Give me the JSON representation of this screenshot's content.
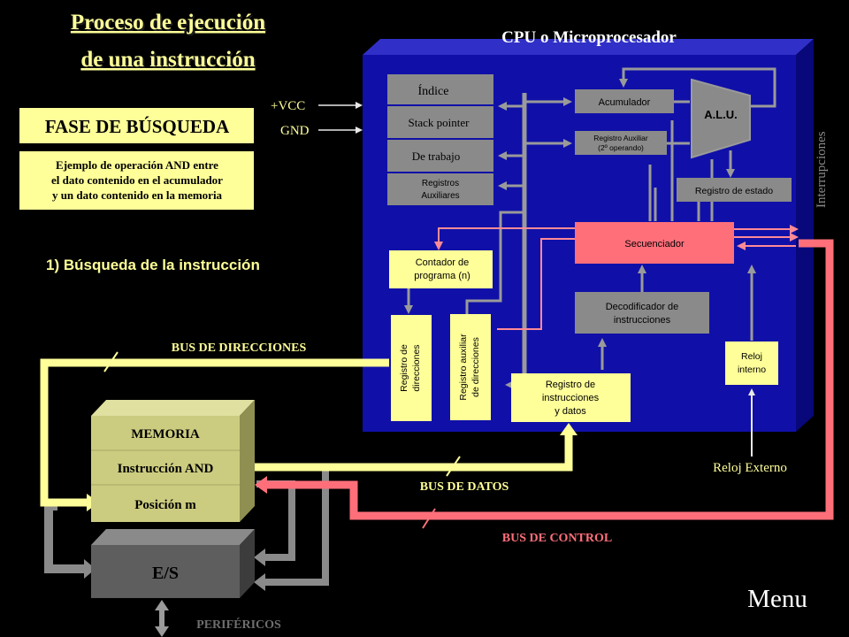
{
  "title": {
    "line1": "Proceso de  ejecución",
    "line2": "de una instrucción"
  },
  "phase": "FASE DE BÚSQUEDA",
  "example": {
    "line1": "Ejemplo de operación AND entre",
    "line2": "el dato  contenido en el acumulador",
    "line3": "y un dato contenido en la memoria"
  },
  "step": "1) Búsqueda de la instrucción",
  "cpu_title": "CPU o Microprocesador",
  "power": {
    "vcc": "+VCC",
    "gnd": "GND"
  },
  "registers": {
    "indice": "Índice",
    "stack_pointer": "Stack pointer",
    "de_trabajo": "De trabajo",
    "auxiliares_1": "Registros",
    "auxiliares_2": "Auxiliares"
  },
  "acumulador": "Acumulador",
  "registro_auxiliar": {
    "line1": "Registro Auxiliar",
    "line2": "(2º operando)"
  },
  "alu": "A.L.U.",
  "registro_estado": "Registro de estado",
  "interrupciones": "Interrupciones",
  "secuenciador": "Secuenciador",
  "contador": {
    "line1": "Contador de",
    "line2": "programa (n)"
  },
  "decodificador": {
    "line1": "Decodificador de",
    "line2": "instrucciones"
  },
  "registro_direcciones": {
    "line1": "Registro de",
    "line2": "direcciones"
  },
  "registro_aux_direcciones": {
    "line1": "Registro auxiliar",
    "line2": "de direcciones"
  },
  "registro_instrucciones": {
    "line1": "Registro de",
    "line2": "instrucciones",
    "line3": "y datos"
  },
  "reloj_interno": {
    "line1": "Reloj",
    "line2": "interno"
  },
  "reloj_externo": "Reloj Externo",
  "buses": {
    "direcciones": "BUS DE DIRECCIONES",
    "datos": "BUS DE DATOS",
    "control": "BUS DE CONTROL"
  },
  "memoria": {
    "title": "MEMORIA",
    "instruccion": "Instrucción AND",
    "posicion": "Posición m"
  },
  "es": "E/S",
  "perifericos": "PERIFÉRICOS",
  "menu": "Menu",
  "colors": {
    "cpu_blue": "#1010a8",
    "bus_yellow": "#ffff99",
    "bus_pink": "#ff6f7a",
    "gray_box": "#808080",
    "memory_olive": "#cccc80"
  }
}
